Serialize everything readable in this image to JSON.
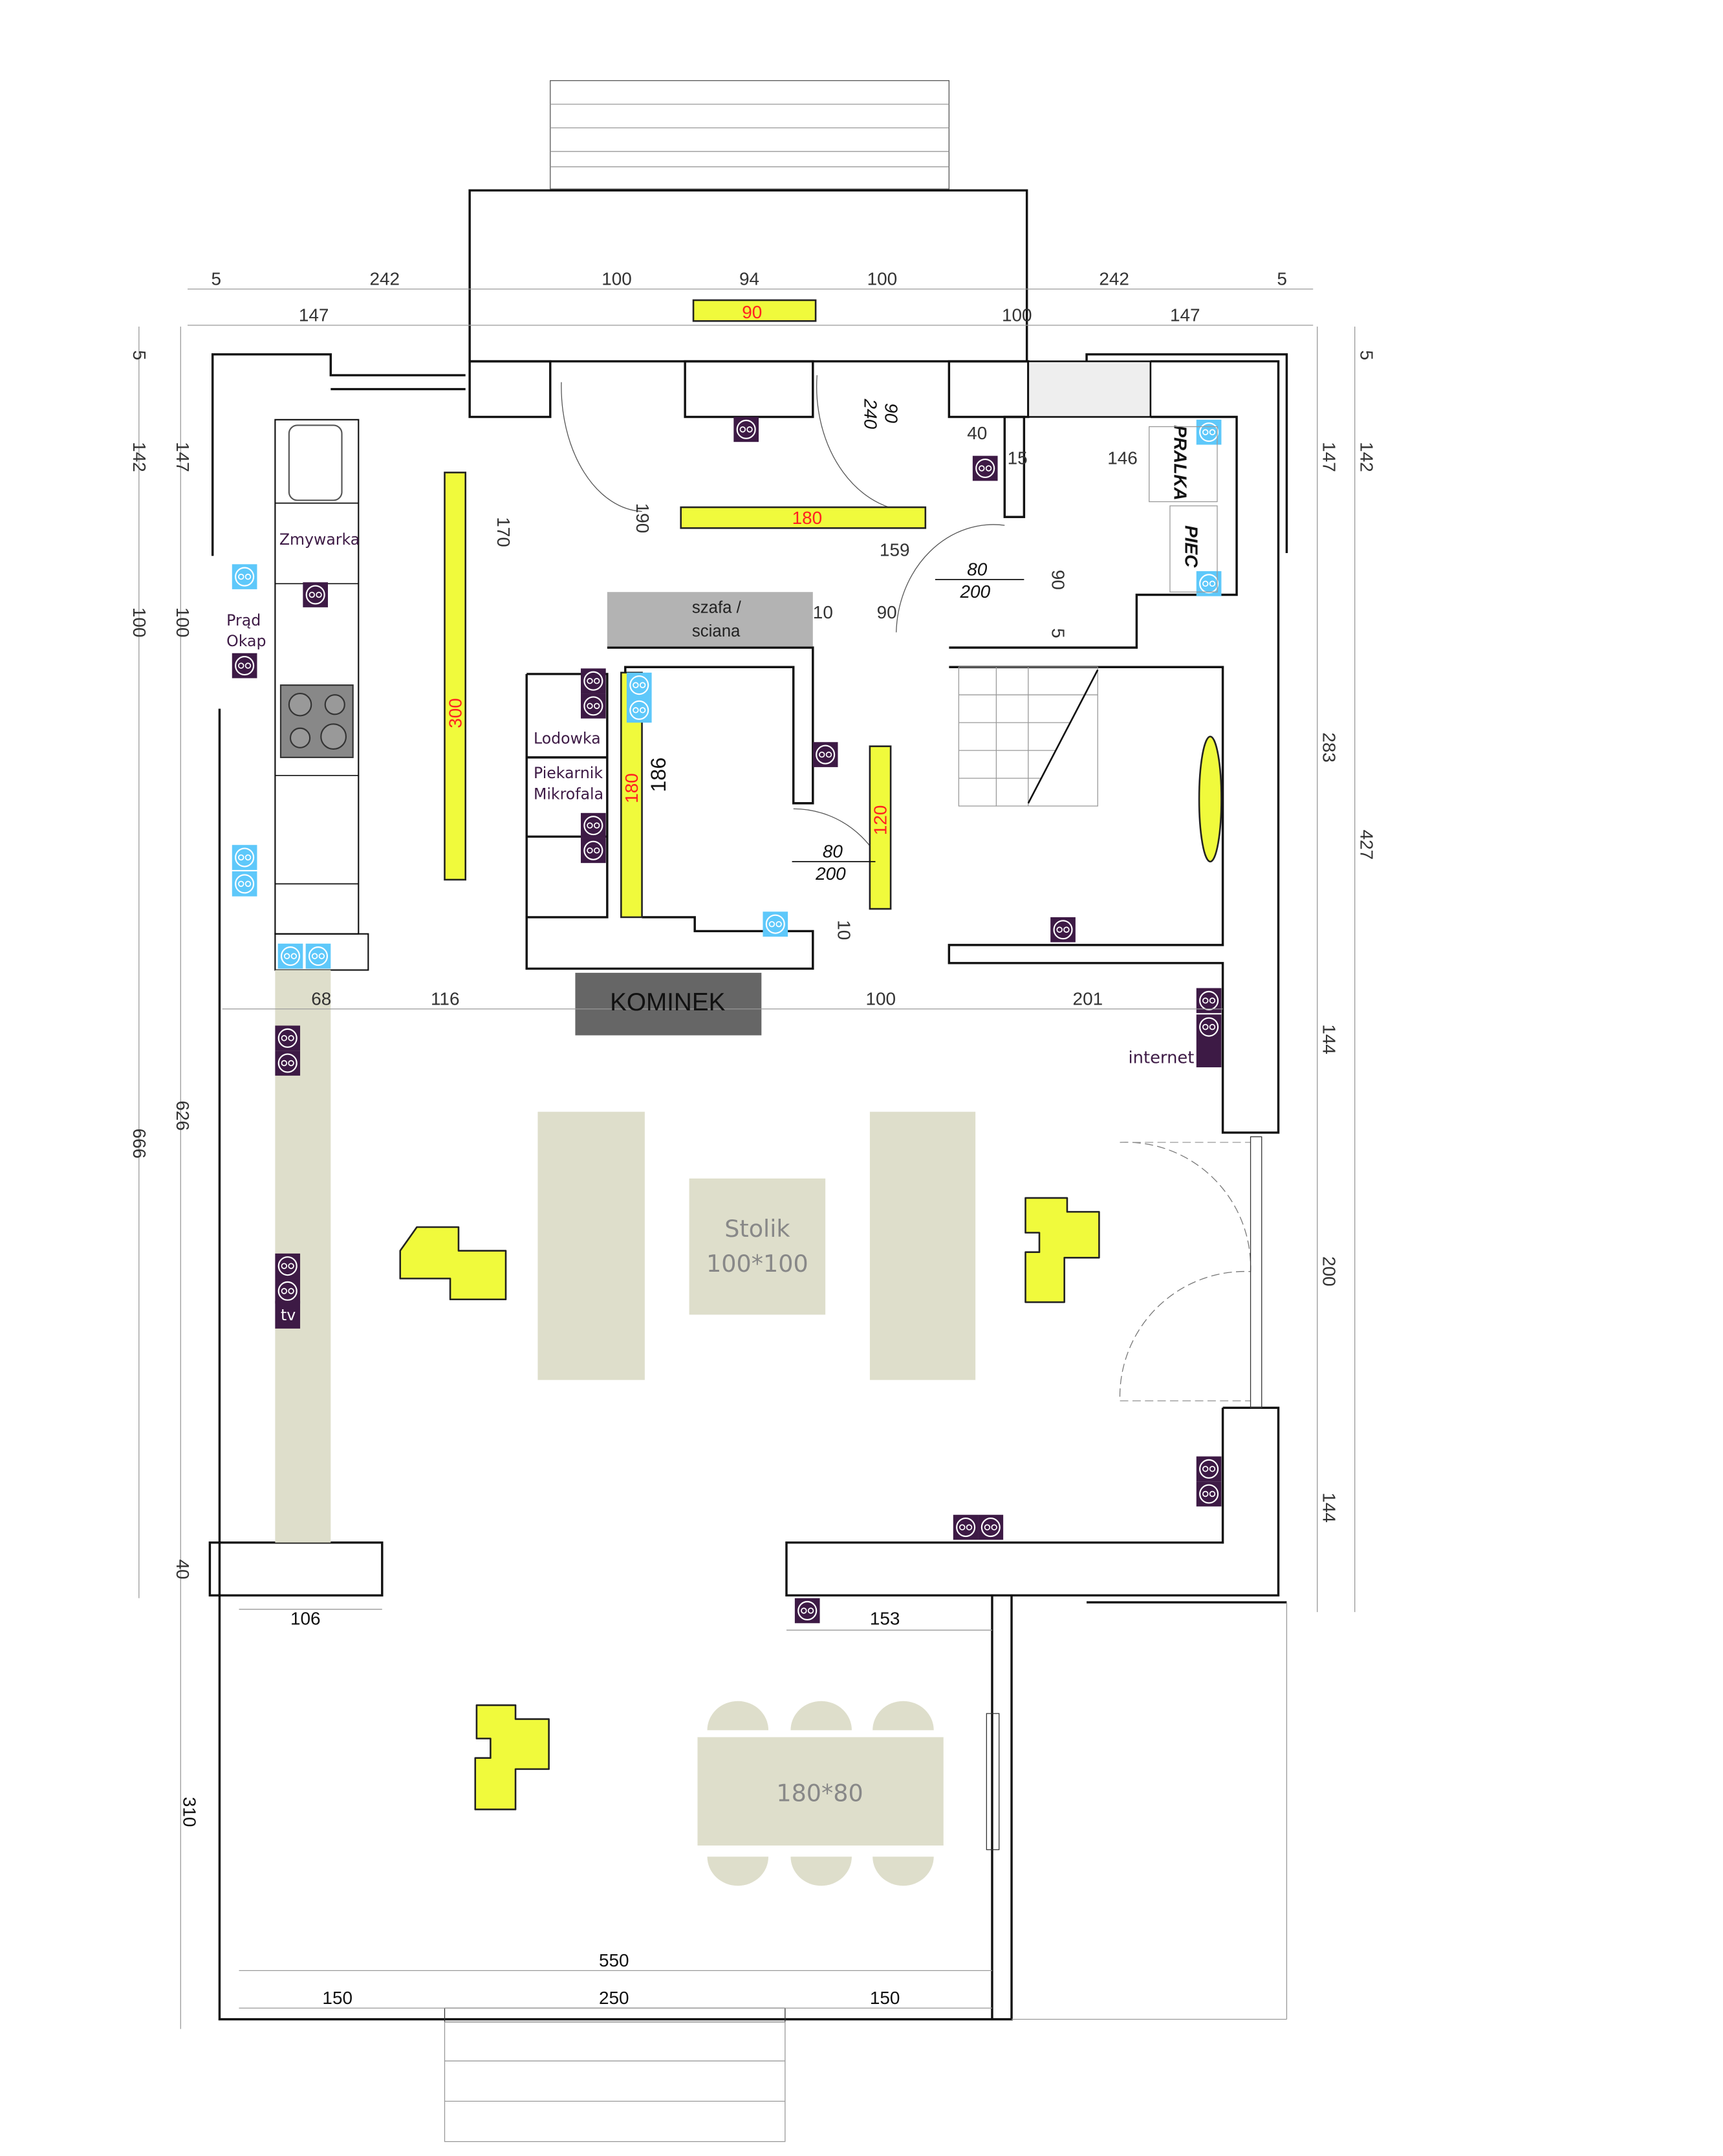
{
  "dimensions": {
    "top_row1": [
      "5",
      "242",
      "100",
      "94",
      "100",
      "242",
      "5"
    ],
    "top_row2": [
      "147",
      "100",
      "147"
    ],
    "left_outer": [
      "5",
      "142",
      "100",
      "666"
    ],
    "left_inner": [
      "147",
      "100",
      "626",
      "40",
      "310"
    ],
    "right_inner": [
      "147",
      "283",
      "144",
      "200",
      "144"
    ],
    "right_outer": [
      "5",
      "142",
      "427"
    ],
    "interior": {
      "d170": "170",
      "d190": "190",
      "d240": "240",
      "d90a": "90",
      "d159": "159",
      "d90b": "90",
      "d10a": "10",
      "d90c": "90",
      "d5": "5",
      "d40": "40",
      "d15": "15",
      "d146": "146",
      "d186": "186",
      "d10b": "10",
      "d68": "68",
      "d116": "116",
      "d100": "100",
      "d201": "201",
      "d106": "106",
      "d153": "153",
      "d550": "550",
      "d150a": "150",
      "d250": "250",
      "d150b": "150"
    },
    "doors": [
      {
        "w": "80",
        "h": "200"
      },
      {
        "w": "80",
        "h": "200"
      }
    ]
  },
  "lamps": {
    "top": "90",
    "hall": "180",
    "kitchen": "300",
    "fridge": "180",
    "corridor": "120"
  },
  "labels": {
    "dishwasher": "Zmywarka",
    "hood_power_1": "Prąd",
    "hood_power_2": "Okap",
    "washer": "PRALKA",
    "furnace": "PIEC",
    "wardrobe_1": "szafa /",
    "wardrobe_2": "sciana",
    "fridge": "Lodowka",
    "oven_1": "Piekarnik",
    "oven_2": "Mikrofala",
    "fireplace": "KOMINEK",
    "internet": "internet",
    "tv": "tv",
    "coffee_table_1": "Stolik",
    "coffee_table_2": "100*100",
    "dining_table": "180*80"
  },
  "colors": {
    "lamp": "#f0fa3c",
    "outlet_purple": "#3d1a45",
    "outlet_blue": "#5ec8fa",
    "furniture": "#dedecb",
    "fireplace": "#666666",
    "wardrobe": "#b3b3b3"
  }
}
